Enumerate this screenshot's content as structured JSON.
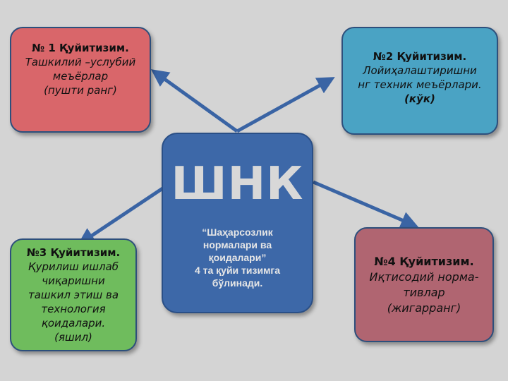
{
  "center": {
    "abbr": "ШНК",
    "desc_lines": [
      "“Шаҳарсозлик",
      "нормалари ва",
      "қоидалари”",
      "4 та қуйи тизимга",
      "бўлинади."
    ]
  },
  "boxes": [
    {
      "title": "№ 1 Қуйитизим.",
      "body_lines": [
        "Ташкилий –услубий",
        "меъёрлар"
      ],
      "tag": "(пушти ранг)"
    },
    {
      "title": "№2 Қуйитизим.",
      "body_lines": [
        "Лойиҳалаштиришни",
        "нг техник меъёрлари."
      ],
      "tag": "(кўк)"
    },
    {
      "title": "№3 Қуйитизим.",
      "body_lines": [
        "Қурилиш ишлаб",
        "чиқаришни",
        "ташкил этиш ва",
        "технология",
        "қоидалари."
      ],
      "tag": "(яшил)"
    },
    {
      "title": "№4 Қуйитизим.",
      "body_lines": [
        "Иқтисодий норма-",
        "тивлар"
      ],
      "tag": "(жигарранг)"
    }
  ],
  "colors": {
    "box1": "#d9666a",
    "box2": "#4aa3c4",
    "box3": "#6fbc5d",
    "box4": "#b06571",
    "center": "#3d68a8",
    "arrow": "#3a64a4"
  }
}
